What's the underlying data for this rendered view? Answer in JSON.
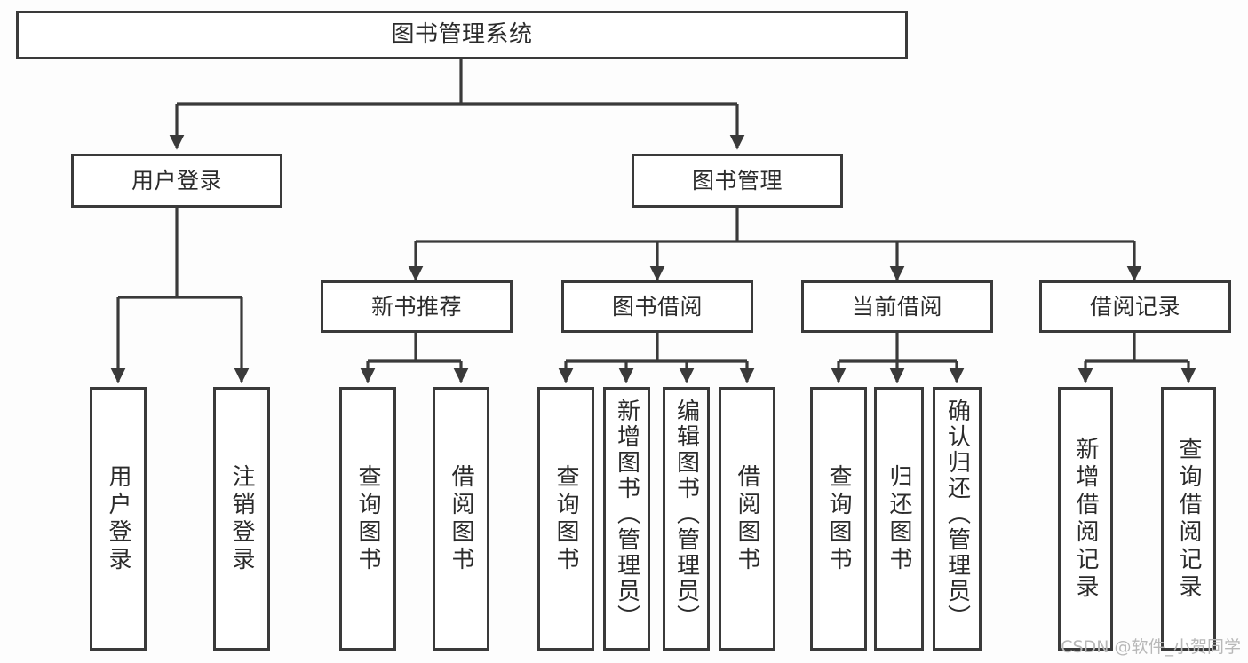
{
  "diagram": {
    "title": "图书管理系统",
    "type": "tree",
    "colors": {
      "background": "#fdfdfd",
      "box_fill": "#ffffff",
      "line": "#3a3a3a",
      "text": "#2b2b2b",
      "watermark": "#b8b8b8"
    },
    "watermark": "CSDN @软件_小贺同学",
    "nodes": {
      "root": {
        "label": "图书管理系统"
      },
      "level1": [
        {
          "label": "用户登录"
        },
        {
          "label": "图书管理"
        }
      ],
      "level2": [
        {
          "label": "新书推荐"
        },
        {
          "label": "图书借阅"
        },
        {
          "label": "当前借阅"
        },
        {
          "label": "借阅记录"
        }
      ],
      "leaves_user_login": [
        {
          "label": "用户登录"
        },
        {
          "label": "注销登录"
        }
      ],
      "leaves_new_book": [
        {
          "label": "查询图书"
        },
        {
          "label": "借阅图书"
        }
      ],
      "leaves_borrow": [
        {
          "label": "查询图书"
        },
        {
          "label": "新增图书（管理员）"
        },
        {
          "label": "编辑图书（管理员）"
        },
        {
          "label": "借阅图书"
        }
      ],
      "leaves_current": [
        {
          "label": "查询图书"
        },
        {
          "label": "归还图书"
        },
        {
          "label": "确认归还（管理员）"
        }
      ],
      "leaves_record": [
        {
          "label": "新增借阅记录"
        },
        {
          "label": "查询借阅记录"
        }
      ]
    }
  }
}
